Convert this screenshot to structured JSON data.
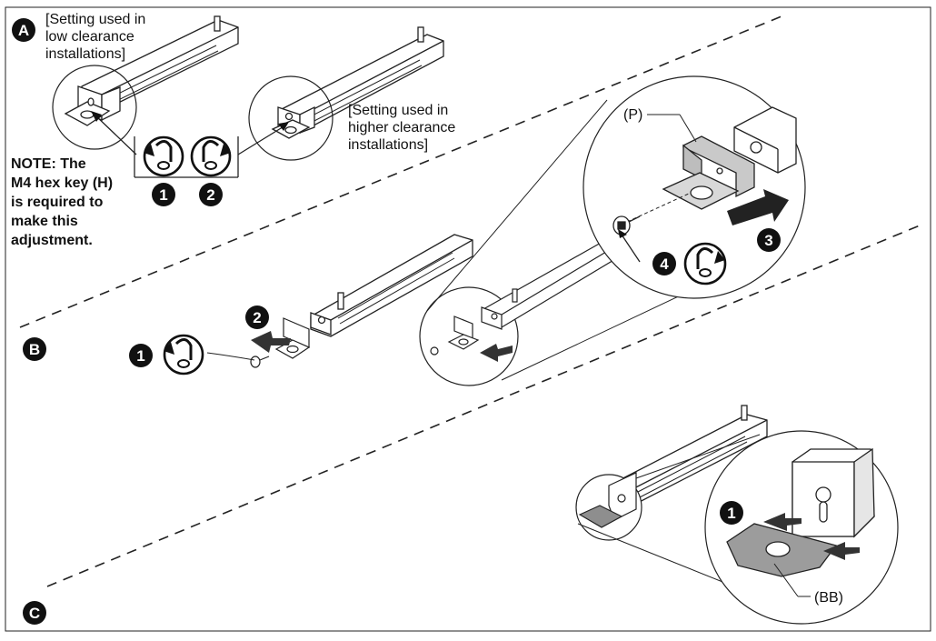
{
  "sections": {
    "a": "A",
    "b": "B",
    "c": "C"
  },
  "section_a": {
    "caption_low": [
      "[Setting used in",
      "low clearance",
      "installations]"
    ],
    "caption_high": [
      "[Setting used in",
      "higher clearance",
      "installations]"
    ],
    "note": [
      "NOTE: The",
      "M4 hex key (H)",
      "is required to",
      "make this",
      "adjustment."
    ],
    "step1": "1",
    "step2": "2"
  },
  "section_b": {
    "step1": "1",
    "step2": "2",
    "step3": "3",
    "step4": "4",
    "part_label": "(P)"
  },
  "section_c": {
    "step1": "1",
    "part_label": "(BB)"
  },
  "colors": {
    "line": "#222222",
    "part_fill": "#dedede",
    "part_dark": "#b5b5b5",
    "badge": "#111111"
  }
}
